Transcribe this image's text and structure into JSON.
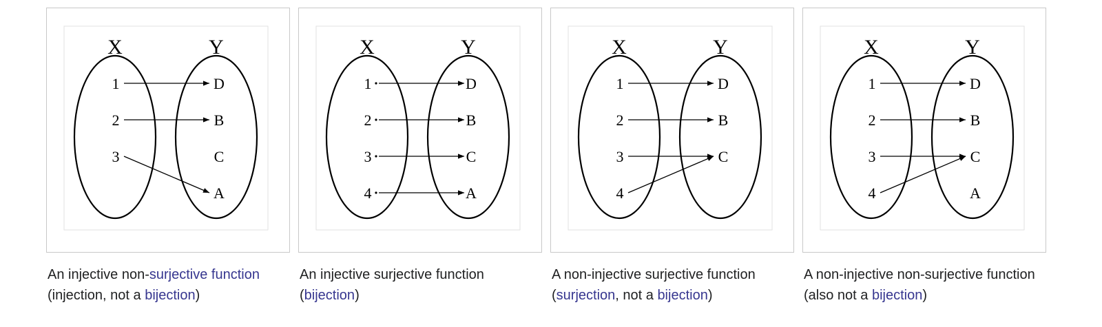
{
  "panels": [
    {
      "set_x_label": "X",
      "set_y_label": "Y",
      "x_elements": [
        "1",
        "2",
        "3"
      ],
      "y_elements": [
        "D",
        "B",
        "C",
        "A"
      ],
      "mapping": [
        [
          0,
          0
        ],
        [
          1,
          1
        ],
        [
          2,
          3
        ]
      ],
      "dotted": false,
      "caption": [
        {
          "text": "An injective non-"
        },
        {
          "text": "surjective function",
          "link": true
        },
        {
          "text": " (injection, not a "
        },
        {
          "text": "bijection",
          "link": true
        },
        {
          "text": ")"
        }
      ]
    },
    {
      "set_x_label": "X",
      "set_y_label": "Y",
      "x_elements": [
        "1",
        "2",
        "3",
        "4"
      ],
      "y_elements": [
        "D",
        "B",
        "C",
        "A"
      ],
      "mapping": [
        [
          0,
          0
        ],
        [
          1,
          1
        ],
        [
          2,
          2
        ],
        [
          3,
          3
        ]
      ],
      "dotted": true,
      "caption": [
        {
          "text": "An injective surjective function ("
        },
        {
          "text": "bijection",
          "link": true
        },
        {
          "text": ")"
        }
      ]
    },
    {
      "set_x_label": "X",
      "set_y_label": "Y",
      "x_elements": [
        "1",
        "2",
        "3",
        "4"
      ],
      "y_elements": [
        "D",
        "B",
        "C"
      ],
      "mapping": [
        [
          0,
          0
        ],
        [
          1,
          1
        ],
        [
          2,
          2
        ],
        [
          3,
          2
        ]
      ],
      "dotted": false,
      "caption": [
        {
          "text": "A non-injective surjective function ("
        },
        {
          "text": "surjection",
          "link": true
        },
        {
          "text": ", not a "
        },
        {
          "text": "bijection",
          "link": true
        },
        {
          "text": ")"
        }
      ]
    },
    {
      "set_x_label": "X",
      "set_y_label": "Y",
      "x_elements": [
        "1",
        "2",
        "3",
        "4"
      ],
      "y_elements": [
        "D",
        "B",
        "C",
        "A"
      ],
      "mapping": [
        [
          0,
          0
        ],
        [
          1,
          1
        ],
        [
          2,
          2
        ],
        [
          3,
          2
        ]
      ],
      "dotted": false,
      "caption": [
        {
          "text": "A non-injective non-surjective function (also not a "
        },
        {
          "text": "bijection",
          "link": true
        },
        {
          "text": ")"
        }
      ]
    }
  ]
}
